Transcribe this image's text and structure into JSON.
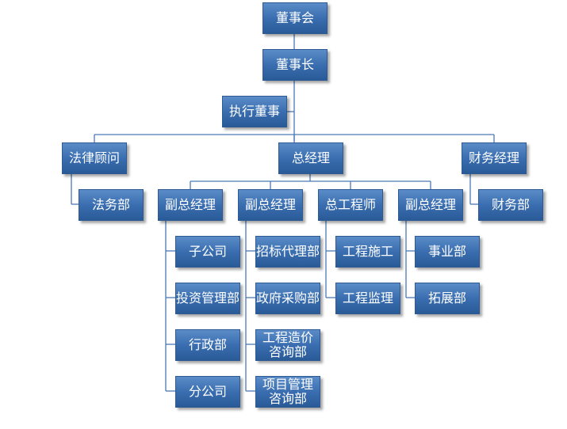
{
  "org": {
    "board": "董事会",
    "chairman": "董事长",
    "exec_director": "执行董事",
    "legal_advisor": "法律顾问",
    "general_manager": "总经理",
    "finance_manager": "财务经理",
    "legal_dept": "法务部",
    "finance_dept": "财务部",
    "vgm1": "副总经理",
    "vgm2": "副总经理",
    "chief_engineer": "总工程师",
    "vgm3": "副总经理",
    "vgm1_units": [
      "子公司",
      "投资管理部",
      "行政部",
      "分公司"
    ],
    "vgm2_units": [
      "招标代理部",
      "政府采购部",
      "工程造价咨询部",
      "项目管理咨询部"
    ],
    "ce_units": [
      "工程施工",
      "工程监理"
    ],
    "vgm3_units": [
      "事业部",
      "拓展部"
    ]
  }
}
